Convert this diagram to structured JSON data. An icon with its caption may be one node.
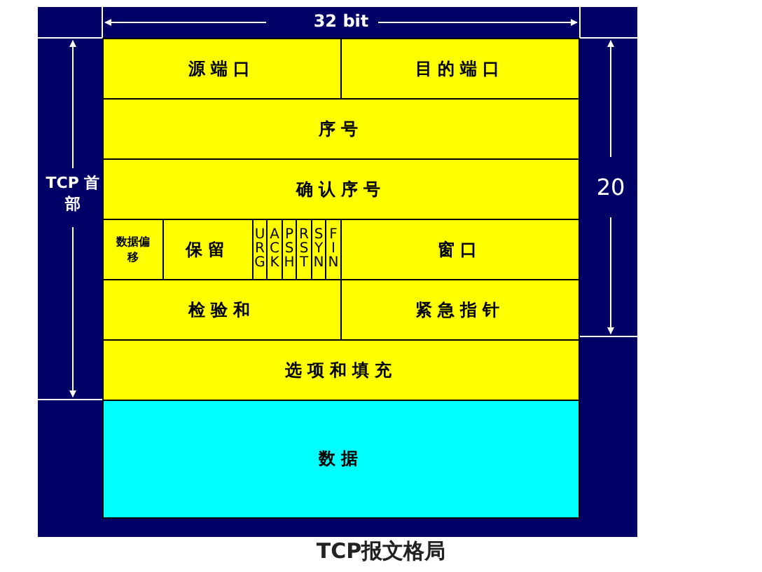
{
  "diagram": {
    "caption": "TCP报文格局",
    "nodes": [
      {
        "text": [
          "源端口"
        ]
      },
      {
        "text": [
          "目的端口"
        ]
      },
      {
        "text": [
          "序号"
        ]
      },
      {
        "text": [
          "确认序号"
        ]
      },
      {
        "text": [
          "数据偏移"
        ]
      },
      {
        "text": [
          "保留"
        ]
      },
      {
        "text": [
          "URG"
        ]
      },
      {
        "text": [
          "ACK"
        ]
      },
      {
        "text": [
          "PSH"
        ]
      },
      {
        "text": [
          "RST"
        ]
      },
      {
        "text": [
          "SYN"
        ]
      },
      {
        "text": [
          "FIN"
        ]
      },
      {
        "text": [
          "窗口"
        ]
      },
      {
        "text": [
          "检验和"
        ]
      },
      {
        "text": [
          "紧急指针"
        ]
      },
      {
        "text": [
          "选项和填充"
        ]
      },
      {
        "text": [
          "数据"
        ]
      }
    ],
    "labels": [
      "32 bit",
      "TCP 首部",
      "20"
    ]
  }
}
